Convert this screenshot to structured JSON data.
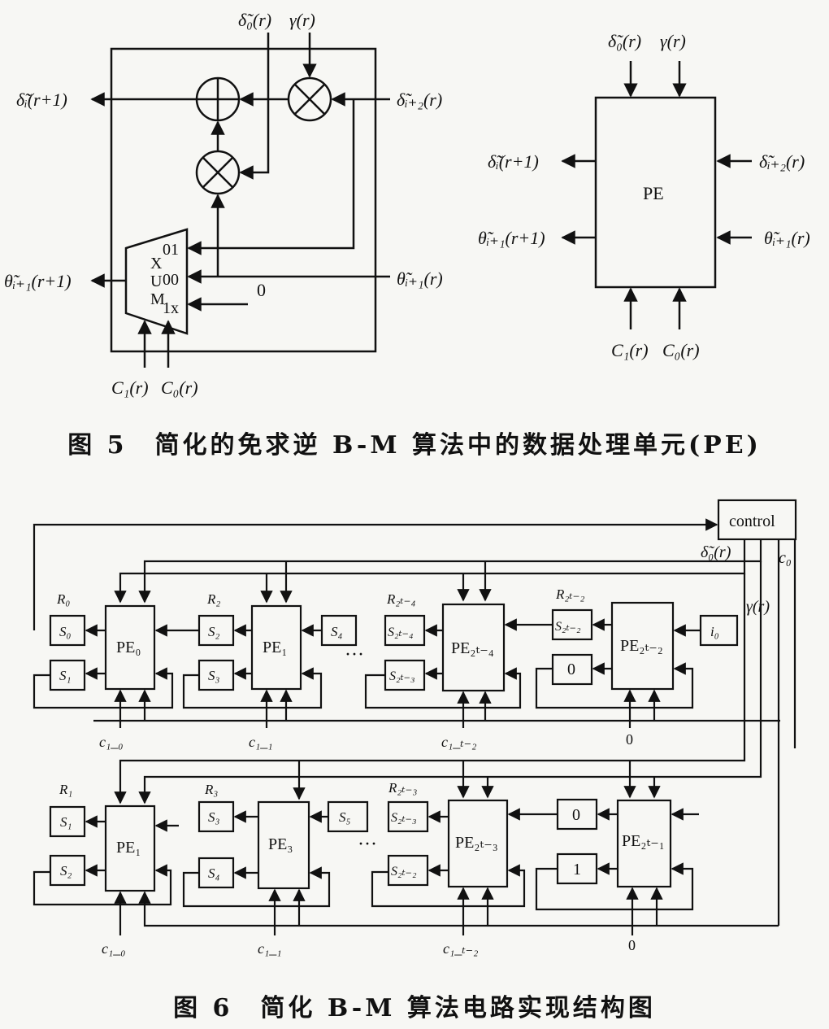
{
  "fig5": {
    "caption": "图 5　简化的免求逆 B-M 算法中的数据处理单元(PE)",
    "left": {
      "in_delta0": "δ̃₀(r)",
      "in_gamma": "γ(r)",
      "out_delta_i": "δ̃ᵢ(r+1)",
      "in_delta_i2": "δ̃ᵢ₊₂(r)",
      "out_theta": "θ̃ᵢ₊₁(r+1)",
      "in_theta": "θ̃ᵢ₊₁(r)",
      "in_zero": "0",
      "mux_x": "X",
      "mux_u": "U",
      "mux_m": "M",
      "mux_01": "01",
      "mux_00": "00",
      "mux_1x": "1x",
      "ctrl_c1": "C₁(r)",
      "ctrl_c0": "C₀(r)"
    },
    "right": {
      "pe_label": "PE",
      "in_delta0": "δ̃₀(r)",
      "in_gamma": "γ(r)",
      "out_delta_i": "δ̃ᵢ(r+1)",
      "in_delta_i2": "δ̃ᵢ₊₂(r)",
      "out_theta": "θ̃ᵢ₊₁(r+1)",
      "in_theta": "θ̃ᵢ₊₁(r)",
      "ctrl_c1": "C₁(r)",
      "ctrl_c0": "C₀(r)"
    }
  },
  "fig6": {
    "caption": "图 6　简化 B-M 算法电路实现结构图",
    "control_label": "control",
    "delta0_label": "δ̃₀(r)",
    "c0_label": "c₀",
    "gamma_label": "γ(r)",
    "ellipsis": "···",
    "row1": {
      "pe": [
        "PE₀",
        "PE₁",
        "PE₂ₜ₋₄",
        "PE₂ₜ₋₂"
      ],
      "r_labels": [
        "R₀",
        "R₂",
        "R₂ₜ₋₄",
        "R₂ₜ₋₂"
      ],
      "top_regs": [
        "S₀",
        "S₂",
        "S₂ₜ₋₄",
        "S₂ₜ₋₂"
      ],
      "bottom_regs": [
        "S₁",
        "S₃",
        "S₂ₜ₋₃",
        "0"
      ],
      "extra_regs": [
        "S₄",
        "i₀"
      ],
      "c_labels": [
        "c₁_₀",
        "c₁_₁",
        "c₁_ₜ₋₂",
        "0"
      ]
    },
    "row2": {
      "pe": [
        "PE₁",
        "PE₃",
        "PE₂ₜ₋₃",
        "PE₂ₜ₋₁"
      ],
      "r_labels": [
        "R₁",
        "R₃",
        "R₂ₜ₋₃"
      ],
      "top_regs": [
        "S₁",
        "S₃",
        "S₂ₜ₋₃",
        "0"
      ],
      "bottom_regs": [
        "S₂",
        "S₄",
        "S₂ₜ₋₂",
        "1"
      ],
      "extra_regs": [
        "S₅"
      ],
      "c_labels": [
        "c₁_₀",
        "c₁_₁",
        "c₁_ₜ₋₂",
        "0"
      ]
    }
  }
}
